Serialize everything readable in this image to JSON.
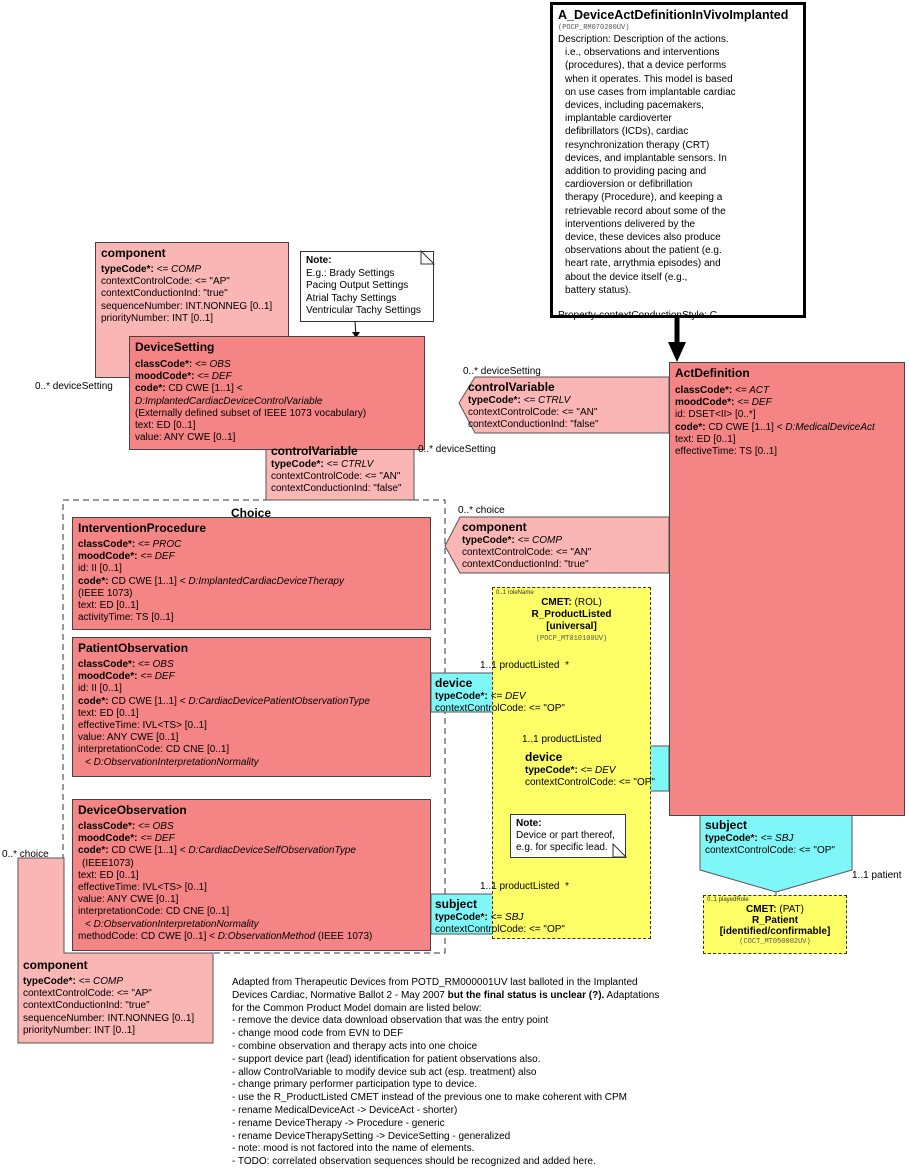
{
  "entry_point": {
    "title": "A_DeviceActDefinitionInVivoImplanted",
    "id": "(POCP_RM070200UV)",
    "description_lines": [
      "Description: Description of the actions.",
      "i.e., observations and interventions",
      "(procedures), that a device performs",
      "when it operates. This model is based",
      "on use cases from implantable cardiac",
      "devices, including pacemakers,",
      "implantable cardioverter",
      "defibrillators (ICDs), cardiac",
      "resynchronization therapy (CRT)",
      "devices, and implantable sensors. In",
      "addition to providing pacing and",
      "cardioversion or defibrillation",
      "therapy (Procedure), and keeping a",
      "retrievable record about some of the",
      "interventions delivered by the",
      "device, these devices also produce",
      "observations about the patient (e.g.",
      "heart rate, arrythmia episodes) and",
      "about the device itself (e.g.,",
      "battery status)."
    ],
    "property": "Property-contextConductionStyle: C"
  },
  "component_top": {
    "title": "component",
    "typeCode_label": "typeCode*:",
    "typeCode_value": "<= COMP",
    "contextControlCode": "contextControlCode: <= \"AP\"",
    "contextConductionInd": "contextConductionInd: \"true\"",
    "sequenceNumber": "sequenceNumber: INT.NONNEG [0..1]",
    "priorityNumber": "priorityNumber: INT [0..1]"
  },
  "note_settings": {
    "title": "Note:",
    "lines": [
      "E.g.: Brady Settings",
      "Pacing Output Settings",
      "Atrial Tachy Settings",
      "Ventricular Tachy Settings"
    ]
  },
  "device_setting": {
    "title": "DeviceSetting",
    "classCode_label": "classCode*:",
    "classCode_value": "<= OBS",
    "moodCode_label": "moodCode*:",
    "moodCode_value": "<= DEF",
    "code_label": "code*:",
    "code_value": "CD CWE [1..1] <",
    "code_domain": "D:ImplantedCardiacDeviceControlVariable",
    "code_note": "(Externally defined subset of IEEE 1073 vocabulary)",
    "text": "text: ED [0..1]",
    "value": "value: ANY CWE [0..1]"
  },
  "label_device_setting_left": "0..* deviceSetting",
  "label_device_setting_right": "0..* deviceSetting",
  "label_device_setting_bottom": "0..* deviceSetting",
  "control_variable_right": {
    "title": "controlVariable",
    "typeCode_label": "typeCode*:",
    "typeCode_value": "<= CTRLV",
    "contextControlCode": "contextControlCode: <= \"AN\"",
    "contextConductionInd": "contextConductionInd: \"false\""
  },
  "control_variable_bottom": {
    "title": "controlVariable",
    "typeCode_label": "typeCode*:",
    "typeCode_value": "<= CTRLV",
    "contextControlCode": "contextControlCode: <= \"AN\"",
    "contextConductionInd": "contextConductionInd: \"false\""
  },
  "act_definition": {
    "title": "ActDefinition",
    "classCode_label": "classCode*:",
    "classCode_value": "<= ACT",
    "moodCode_label": "moodCode*:",
    "moodCode_value": "<= DEF",
    "id": "id: DSET<II> [0..*]",
    "code_label": "code*:",
    "code_value": "CD CWE [1..1] <",
    "code_domain": "D:MedicalDeviceAct",
    "text": "text: ED [0..1]",
    "effectiveTime": "effectiveTime: TS [0..1]"
  },
  "choice_title": "Choice",
  "label_choice_top": "0..* choice",
  "label_choice_left": "0..* choice",
  "component_choice": {
    "title": "component",
    "typeCode_label": "typeCode*:",
    "typeCode_value": "<= COMP",
    "contextControlCode": "contextControlCode: <= \"AN\"",
    "contextConductionInd": "contextConductionInd: \"true\""
  },
  "intervention_procedure": {
    "title": "InterventionProcedure",
    "classCode_label": "classCode*:",
    "classCode_value": "<= PROC",
    "moodCode_label": "moodCode*:",
    "moodCode_value": "<= DEF",
    "id": "id: II [0..1]",
    "code_label": "code*:",
    "code_value": "CD CWE [1..1] <",
    "code_domain": "D:ImplantedCardiacDeviceTherapy",
    "code_note": "(IEEE 1073)",
    "text": "text: ED [0..1]",
    "activityTime": "activityTime: TS [0..1]"
  },
  "patient_observation": {
    "title": "PatientObservation",
    "classCode_label": "classCode*:",
    "classCode_value": "<= OBS",
    "moodCode_label": "moodCode*:",
    "moodCode_value": "<= DEF",
    "id": "id: II [0..1]",
    "code_label": "code*:",
    "code_value": "CD CWE [1..1] <",
    "code_domain": "D:CardiacDevicePatientObservationType",
    "text": "text: ED [0..1]",
    "effectiveTime": "effectiveTime: IVL<TS> [0..1]",
    "value": "value: ANY CWE [0..1]",
    "interpretationCode": "interpretationCode: CD CNE [0..1]",
    "interpretation_domain": "< D:ObservationInterpretationNormality"
  },
  "device_observation": {
    "title": "DeviceObservation",
    "classCode_label": "classCode*:",
    "classCode_value": "<= OBS",
    "moodCode_label": "moodCode*:",
    "moodCode_value": "<= DEF",
    "code_label": "code*:",
    "code_value": "CD CWE [1..1] <",
    "code_domain": "D:CardiacDeviceSelfObservationType",
    "code_note": "(IEEE1073)",
    "text": "text: ED [0..1]",
    "effectiveTime": "effectiveTime: IVL<TS> [0..1]",
    "value": "value: ANY CWE [0..1]",
    "interpretationCode": "interpretationCode: CD CNE [0..1]",
    "interpretation_domain": "< D:ObservationInterpretationNormality",
    "methodCode_prefix": "methodCode: CD CWE [0..1] <",
    "methodCode_domain": "D:ObservationMethod",
    "methodCode_suffix": "(IEEE 1073)"
  },
  "component_bottom": {
    "title": "component",
    "typeCode_label": "typeCode*:",
    "typeCode_value": "<= COMP",
    "contextControlCode": "contextControlCode: <= \"AP\"",
    "contextConductionInd": "contextConductionInd: \"true\"",
    "sequenceNumber": "sequenceNumber: INT.NONNEG [0..1]",
    "priorityNumber": "priorityNumber: INT [0..1]"
  },
  "cmet_product": {
    "role_name": "0..1 roleName",
    "cmet_label": "CMET:",
    "cmet_type": "(ROL)",
    "name": "R_ProductListed",
    "qualifier": "[universal]",
    "id": "(POCP_MT010100UV)"
  },
  "label_product_listed_1": "1..1 productListed",
  "label_product_listed_1_star": "*",
  "label_product_listed_2": "1..1 productListed",
  "label_product_listed_3": "1..1 productListed",
  "label_product_listed_3_star": "*",
  "device_role_1": {
    "title": "device",
    "typeCode_label": "typeCode*:",
    "typeCode_value": "<= DEV",
    "contextControlCode": "contextControlCode: <= \"OP\""
  },
  "device_role_2": {
    "title": "device",
    "typeCode_label": "typeCode*:",
    "typeCode_value": "<= DEV",
    "contextControlCode": "contextControlCode: <= \"OP\""
  },
  "subject_role_1": {
    "title": "subject",
    "typeCode_label": "typeCode*:",
    "typeCode_value": "<= SBJ",
    "contextControlCode": "contextControlCode: <= \"OP\""
  },
  "subject_role_2": {
    "title": "subject",
    "typeCode_label": "typeCode*:",
    "typeCode_value": "<= SBJ",
    "contextControlCode": "contextControlCode: <= \"OP\""
  },
  "note_device": {
    "title": "Note:",
    "lines": [
      "Device or part thereof,",
      "e.g. for specific lead."
    ]
  },
  "label_patient": "1..1 patient",
  "cmet_patient": {
    "played_role": "0..1 playedRole",
    "cmet_label": "CMET:",
    "cmet_type": "(PAT)",
    "name": "R_Patient",
    "qualifier": "[identified/confirmable]",
    "id": "(COCT_MT050002UV)"
  },
  "adaptation_notes": {
    "intro_1": "Adapted from Therapeutic Devices from POTD_RM000001UV last balloted in the Implanted",
    "intro_2": "Devices Cardiac, Normative Ballot 2 - May 2007 ",
    "intro_bold": "but the final status is unclear (?).",
    "intro_3": " Adaptations",
    "intro_4": "for the Common Product Model domain are listed below:",
    "items": [
      "- remove the device data download observation that was the entry point",
      "- change mood code from EVN to DEF",
      "- combine observation and therapy acts into one choice",
      "- support device part (lead) identification for patient observations also.",
      "- allow ControlVariable to modify device sub act (esp. treatment) also",
      "- change primary performer participation type to device.",
      "- use the R_ProductListed CMET instead of the previous one to make coherent with CPM",
      "- rename MedicalDeviceAct -> DeviceAct - shorter)",
      "- rename DeviceTherapy -> Procedure - generic",
      "- rename DeviceTherapySetting -> DeviceSetting - generalized",
      "- note: mood is not factored into the name of elements.",
      "- TODO: correlated observation sequences should be recognized and added here."
    ]
  }
}
